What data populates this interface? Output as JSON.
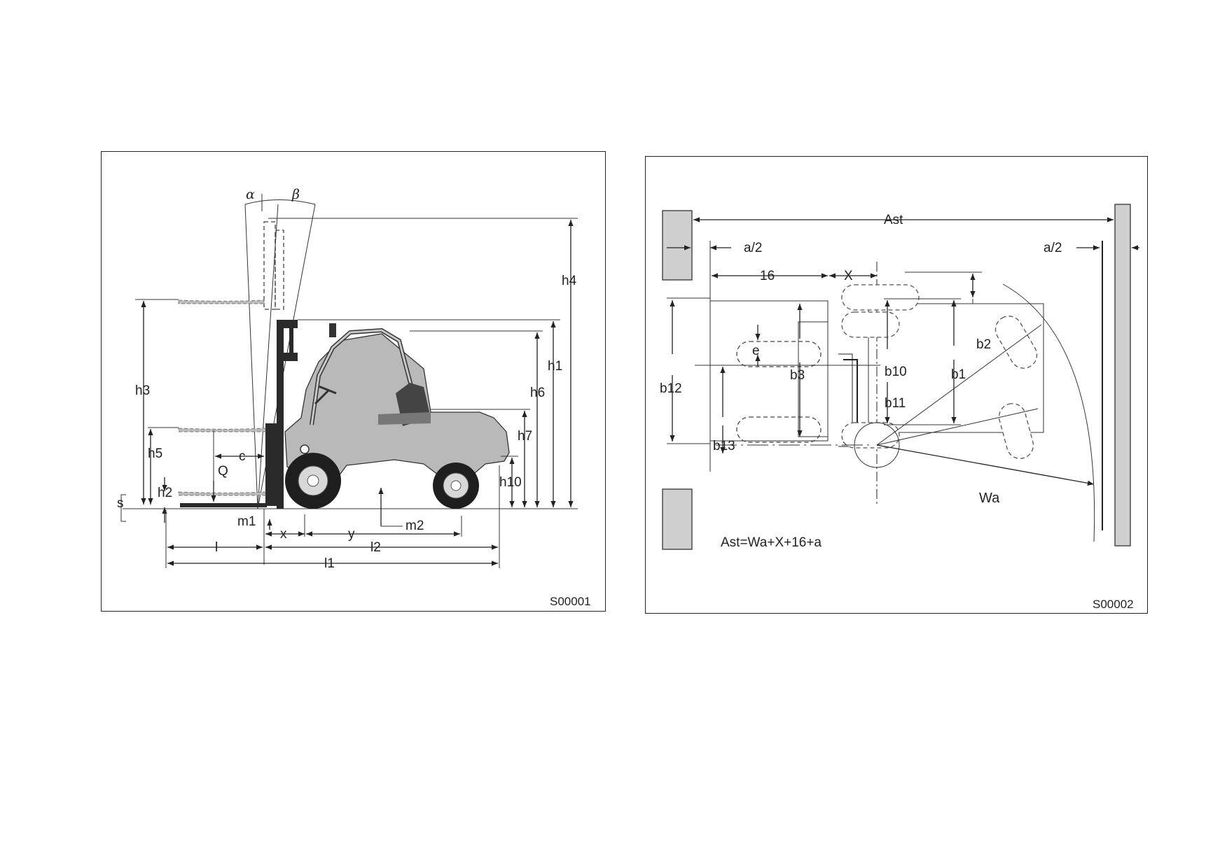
{
  "side_view": {
    "labels": {
      "alpha": "α",
      "beta": "β",
      "h1": "h1",
      "h2": "h2",
      "h3": "h3",
      "h4": "h4",
      "h5": "h5",
      "h6": "h6",
      "h7": "h7",
      "h10": "h10",
      "c": "c",
      "Q": "Q",
      "s": "s",
      "m1": "m1",
      "m2": "m2",
      "x": "x",
      "y": "y",
      "l": "l",
      "l1": "l1",
      "l2": "l2"
    },
    "code": "S00001"
  },
  "top_view": {
    "labels": {
      "Ast": "Ast",
      "a2_left": "a/2",
      "a2_right": "a/2",
      "d16": "16",
      "X": "X",
      "e": "e",
      "b1": "b1",
      "b2": "b2",
      "b3": "b3",
      "b10": "b10",
      "b11": "b11",
      "b12": "b12",
      "b13": "b13",
      "Wa": "Wa"
    },
    "formula": "Ast=Wa+X+16+a",
    "code": "S00002"
  }
}
